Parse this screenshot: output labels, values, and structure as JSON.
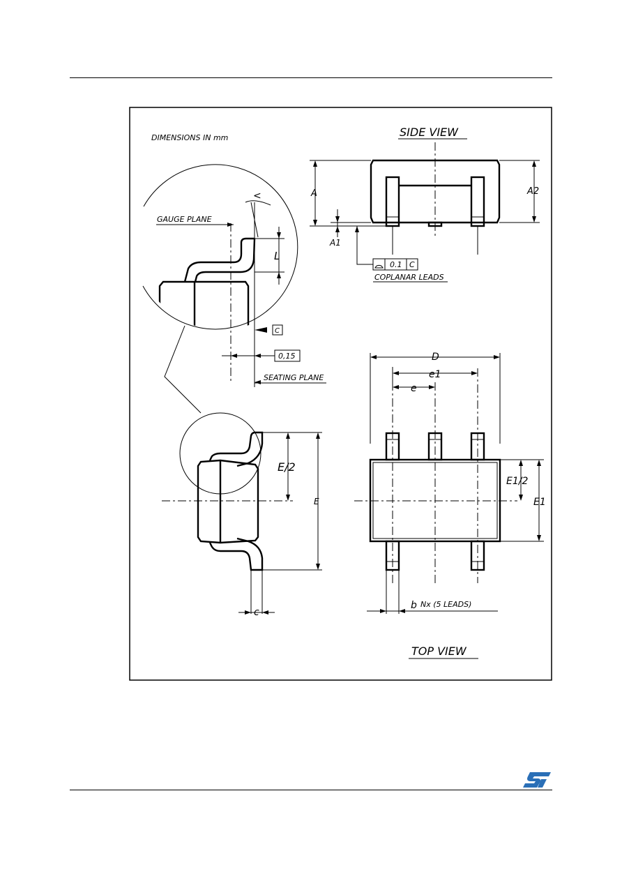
{
  "labels": {
    "dimensions_note": "DIMENSIONS IN mm",
    "side_view": "SIDE VIEW",
    "top_view": "TOP VIEW",
    "gauge_plane": "GAUGE PLANE",
    "seating_plane": "SEATING PLANE",
    "coplanar_leads": "COPLANAR LEADS",
    "coplanarity_value": "0.1",
    "coplanarity_datum": "C",
    "datum_c": "C",
    "gauge_value": "0,15",
    "dim_A": "A",
    "dim_A1": "A1",
    "dim_A2": "A2",
    "dim_L": "L",
    "dim_angle": "<",
    "dim_D": "D",
    "dim_e1": "e1",
    "dim_e": "e",
    "dim_E1_half": "E1/2",
    "dim_E1": "E1",
    "dim_E_half": "E/2",
    "dim_E": "E",
    "dim_c": "c",
    "dim_b": "b",
    "leads_note": "Nx (5 LEADS)"
  },
  "logo": {
    "text": "ST",
    "color": "#2a6fb7"
  }
}
